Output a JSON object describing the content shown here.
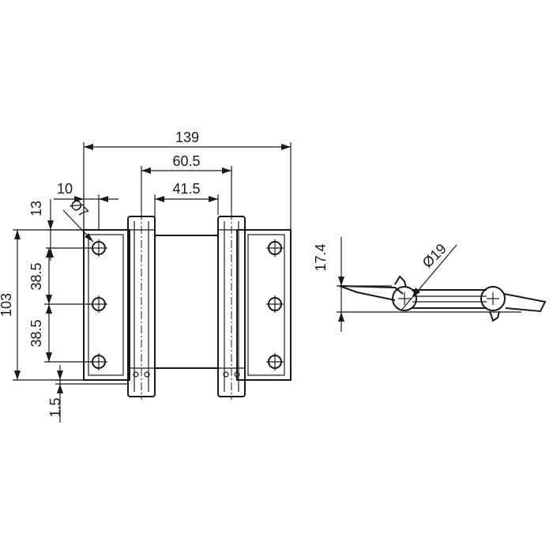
{
  "drawing": {
    "dims": {
      "overall_width": "139",
      "barrel_outer": "60.5",
      "barrel_inner": "41.5",
      "hole_offset": "10",
      "top_offset": "13",
      "hole_dia": "Ø7",
      "height": "103",
      "pitch_upper": "38.5",
      "pitch_lower": "38.5",
      "bottom_offset": "1.5",
      "side_height": "17.4",
      "barrel_dia": "Ø19"
    }
  }
}
